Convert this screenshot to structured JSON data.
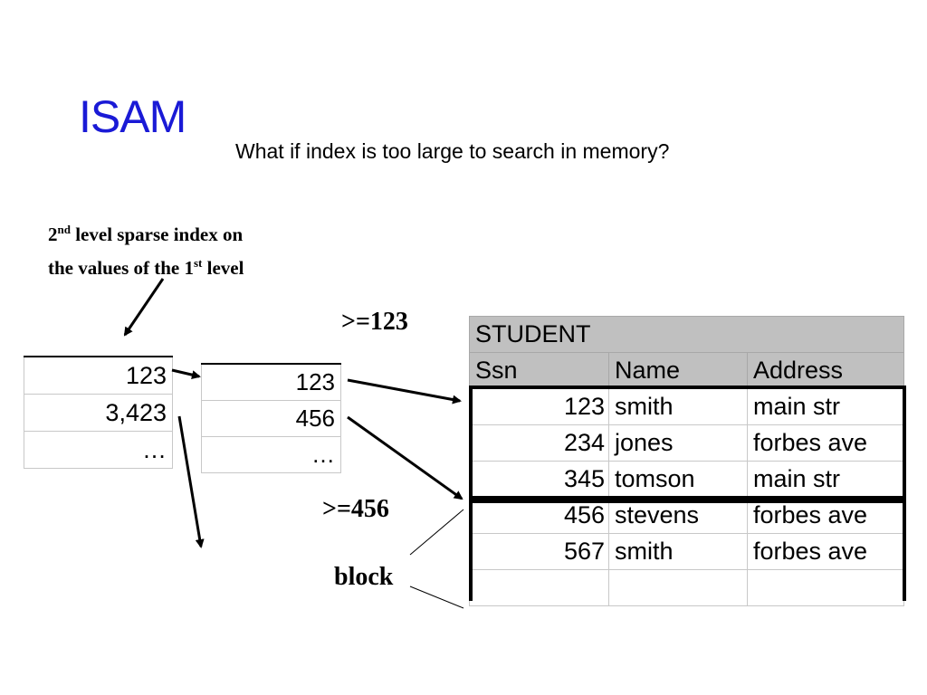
{
  "title": "ISAM",
  "subtitle": "What if index is too large to search in memory?",
  "note": {
    "line1_pre": "2",
    "line1_sup": "nd",
    "line1_post": " level sparse index on",
    "line2_pre": "the values of the 1",
    "line2_sup": "st",
    "line2_post": " level"
  },
  "labels": {
    "ge123": ">=123",
    "ge456": ">=456",
    "block": "block"
  },
  "index_level2": [
    "123",
    "3,423",
    "…"
  ],
  "index_level1": [
    "123",
    "456",
    "…"
  ],
  "student": {
    "table_name": "STUDENT",
    "columns": [
      "Ssn",
      "Name",
      "Address"
    ],
    "rows": [
      [
        "123",
        "smith",
        "main str"
      ],
      [
        "234",
        "jones",
        "forbes ave"
      ],
      [
        "345",
        "tomson",
        "main str"
      ],
      [
        "456",
        "stevens",
        "forbes ave"
      ],
      [
        "567",
        "smith",
        "forbes ave"
      ],
      [
        "",
        "",
        ""
      ]
    ]
  }
}
